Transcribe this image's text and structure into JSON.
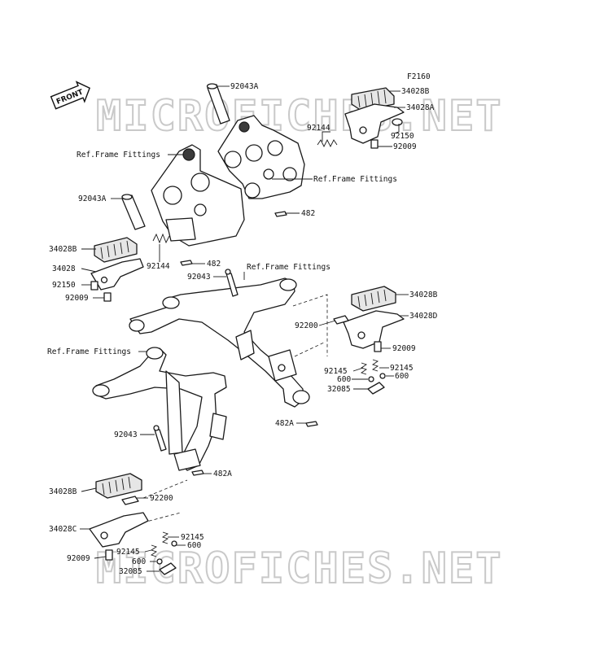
{
  "diagram": {
    "figure_code": "F2160",
    "direction_label": "FRONT",
    "watermark": "MICROFICHES.NET",
    "callouts": {
      "p92043A_top": "92043A",
      "p34028B_tr": "34028B",
      "p34028A": "34028A",
      "p92144_top": "92144",
      "p92150_tr": "92150",
      "p92009_tr": "92009",
      "ref_upper_left": "Ref.Frame Fittings",
      "ref_upper_right": "Ref.Frame Fittings",
      "p482_upper": "482",
      "p92043A_left": "92043A",
      "p34028B_ul": "34028B",
      "p34028_ul": "34028",
      "p92150_ul": "92150",
      "p92009_ul": "92009",
      "p92144_mid": "92144",
      "p482_mid": "482",
      "ref_mid": "Ref.Frame Fittings",
      "p92043_mid": "92043",
      "p34028B_mr": "34028B",
      "p34028D": "34028D",
      "p92200_mr": "92200",
      "p92009_mr": "92009",
      "ref_lower_left": "Ref.Frame Fittings",
      "p92145_mr_a": "92145",
      "p92145_mr_b": "92145",
      "p600_mr_a": "600",
      "p600_mr_b": "600",
      "p32085_mr": "32085",
      "p482A_mr": "482A",
      "p92043_low": "92043",
      "p482A_low": "482A",
      "p34028B_ll": "34028B",
      "p92200_ll": "92200",
      "p34028C": "34028C",
      "p92145_ll_a": "92145",
      "p92145_ll_b": "92145",
      "p600_ll_a": "600",
      "p600_ll_b": "600",
      "p92009_ll": "92009",
      "p32085_ll": "32085"
    }
  }
}
